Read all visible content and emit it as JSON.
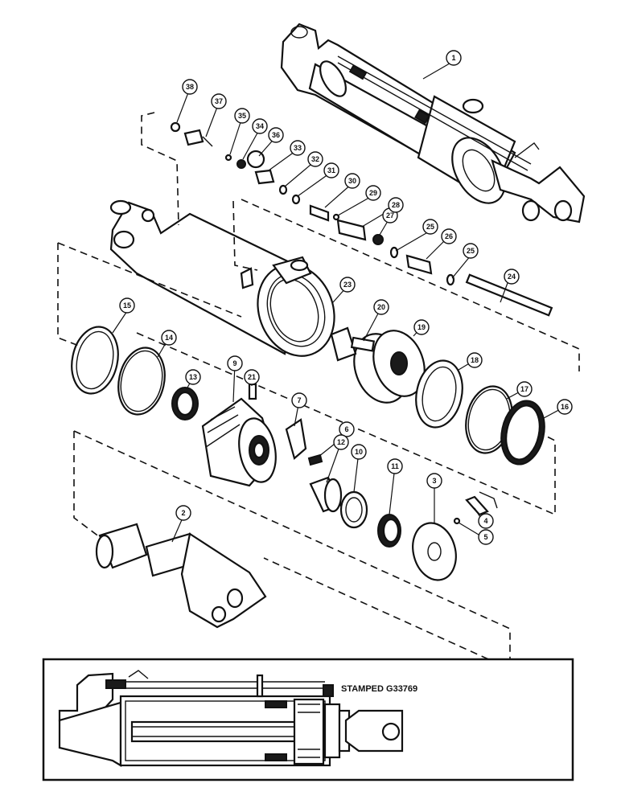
{
  "diagram": {
    "callouts": [
      "1",
      "2",
      "3",
      "4",
      "5",
      "6",
      "7",
      "9",
      "10",
      "11",
      "12",
      "13",
      "14",
      "15",
      "16",
      "17",
      "18",
      "19",
      "20",
      "21",
      "23",
      "24",
      "25",
      "25",
      "26",
      "27",
      "28",
      "29",
      "30",
      "31",
      "32",
      "33",
      "34",
      "35",
      "36",
      "37",
      "38"
    ],
    "inset_label": "STAMPED G33769"
  }
}
